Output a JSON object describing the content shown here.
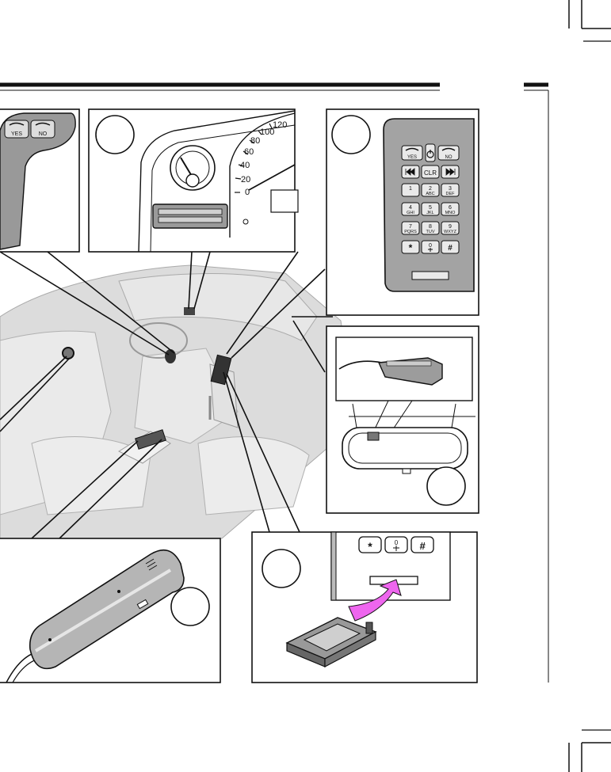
{
  "steering_buttons": {
    "yes": "YES",
    "no": "NO"
  },
  "speedometer_ticks": [
    "120",
    "100",
    "80",
    "60",
    "40",
    "20",
    "0"
  ],
  "keypad": {
    "yes": "YES",
    "no": "NO",
    "clear": "CLR",
    "digits": [
      {
        "num": "1",
        "letters": ""
      },
      {
        "num": "2",
        "letters": "ABC"
      },
      {
        "num": "3",
        "letters": "DEF"
      },
      {
        "num": "4",
        "letters": "GHI"
      },
      {
        "num": "5",
        "letters": "JKL"
      },
      {
        "num": "6",
        "letters": "MNO"
      },
      {
        "num": "7",
        "letters": "PQRS"
      },
      {
        "num": "8",
        "letters": "TUV"
      },
      {
        "num": "9",
        "letters": "WXYZ"
      }
    ],
    "star": "*",
    "zero": "0",
    "hash": "#"
  },
  "card_keys": {
    "star": "*",
    "zero": "0",
    "hash": "#"
  }
}
